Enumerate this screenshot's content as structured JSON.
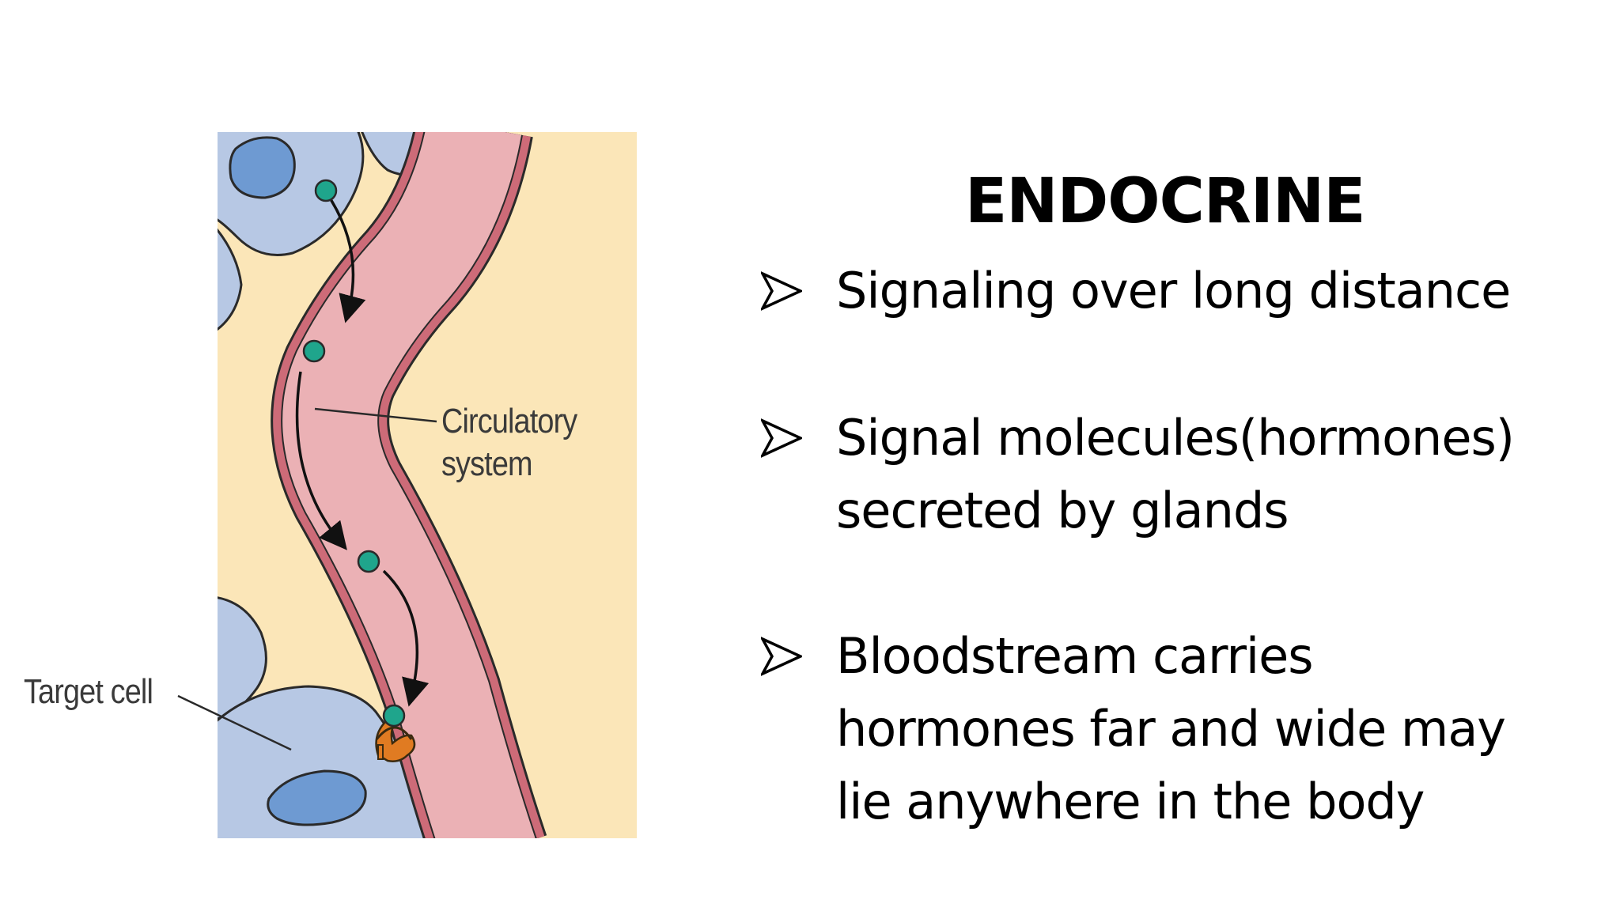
{
  "diagram": {
    "label_circulatory_line1": "Circulatory",
    "label_circulatory_line2": "system",
    "label_target": "Target cell"
  },
  "text": {
    "title": "ENDOCRINE",
    "bullets": [
      {
        "lines": [
          "Signaling over long distance"
        ]
      },
      {
        "lines": [
          "Signal molecules(hormones)",
          "secreted by glands"
        ]
      },
      {
        "lines": [
          "Bloodstream carries",
          "hormones far and wide may",
          "lie anywhere in the body"
        ]
      }
    ]
  },
  "colors": {
    "tissue_background": "#fbe6b8",
    "cell_fill": "#b7c8e4",
    "nucleus_fill": "#6e9ad2",
    "vessel_wall": "#cd6b78",
    "vessel_lumen": "#ebb1b5",
    "hormone": "#1fa58c",
    "receptor": "#e07b22"
  },
  "icons": {
    "bullet": "arrowhead-bullet-icon"
  }
}
